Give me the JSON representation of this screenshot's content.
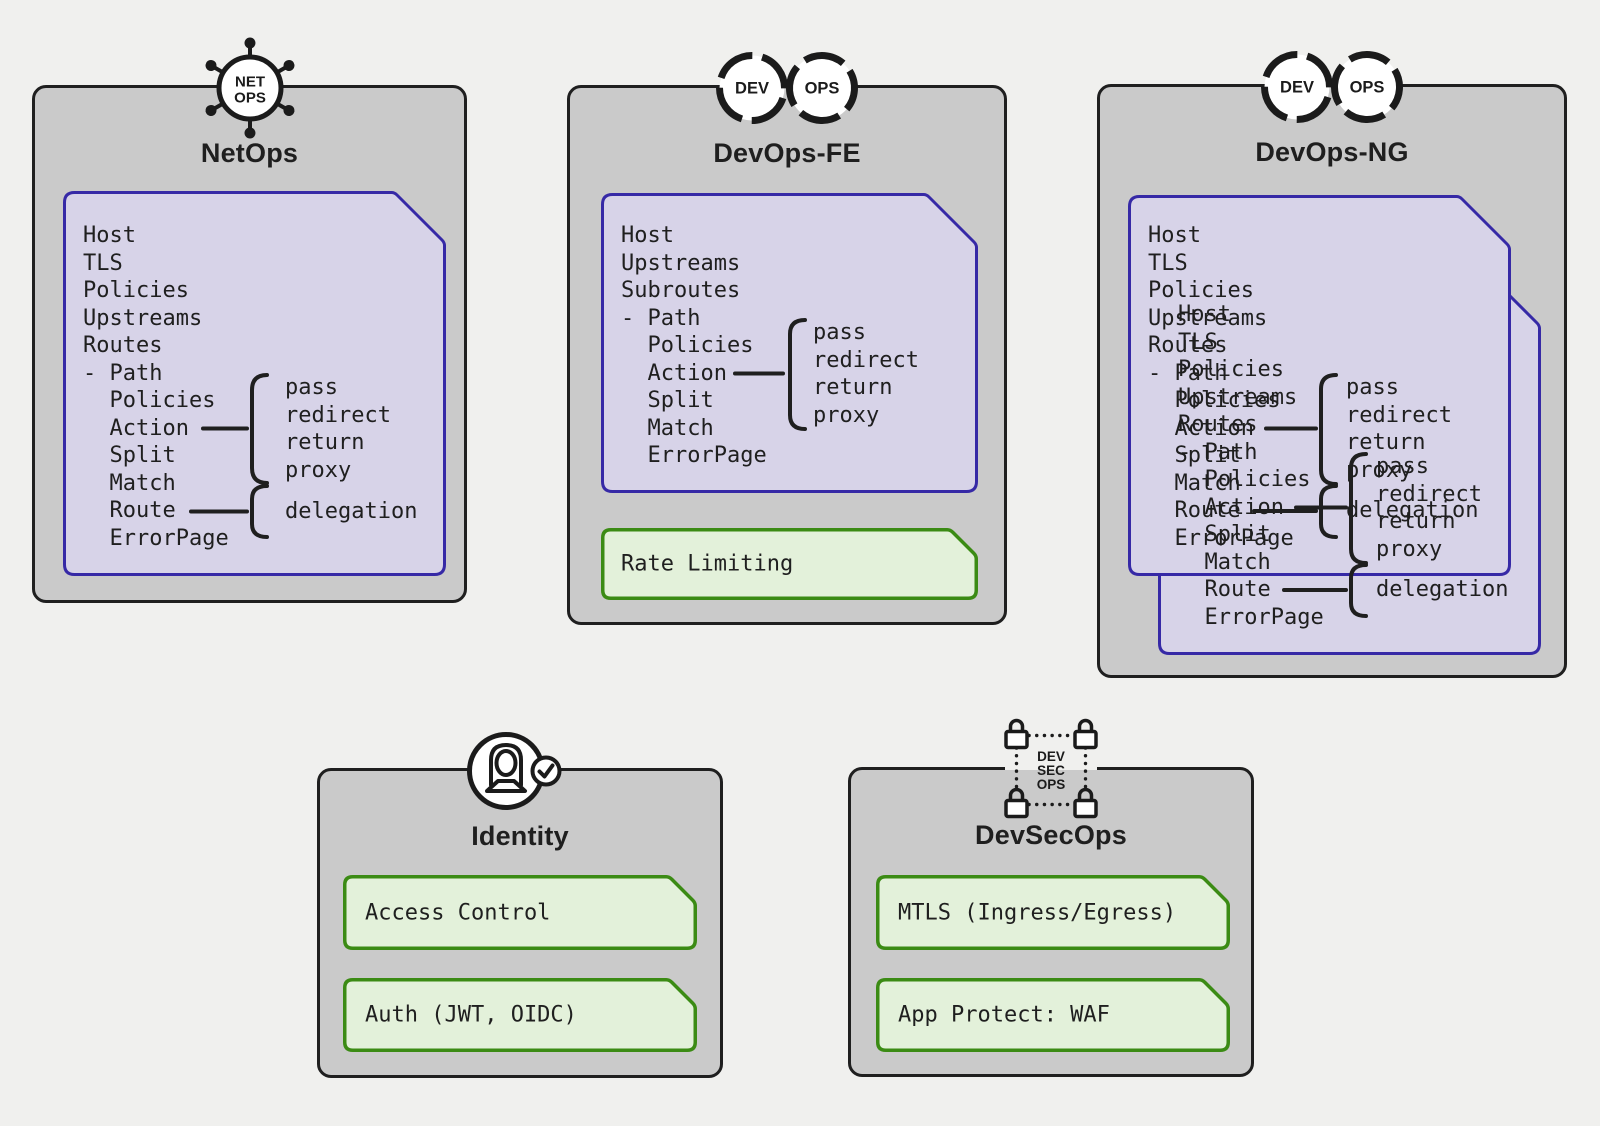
{
  "colors": {
    "page_bg": "#f0f0ee",
    "card_bg": "#cacaca",
    "card_border": "#1f1f1f",
    "sheet_bg": "#d7d3e8",
    "sheet_border": "#3629a6",
    "chip_bg": "#e3f1da",
    "chip_border": "#3b8b14",
    "ink": "#1f1f1f"
  },
  "cards": {
    "netops": {
      "title": "NetOps",
      "icon_lines": [
        "NET",
        "OPS"
      ],
      "sheet_lines": [
        "Host",
        "TLS",
        "Policies",
        "Upstreams",
        "Routes",
        "- Path",
        "  Policies",
        "  Action",
        "  Split",
        "  Match",
        "  Route",
        "  ErrorPage"
      ],
      "action_options": [
        "pass",
        "redirect",
        "return",
        "proxy"
      ],
      "route_option": "delegation"
    },
    "devops_fe": {
      "title": "DevOps-FE",
      "icon_lines": [
        "DEV",
        "OPS"
      ],
      "sheet_lines": [
        "Host",
        "Upstreams",
        "Subroutes",
        "- Path",
        "  Policies",
        "  Action",
        "  Split",
        "  Match",
        "  ErrorPage"
      ],
      "action_options": [
        "pass",
        "redirect",
        "return",
        "proxy"
      ],
      "chips": [
        "Rate Limiting"
      ]
    },
    "devops_ng": {
      "title": "DevOps-NG",
      "icon_lines": [
        "DEV",
        "OPS"
      ],
      "sheet_lines": [
        "Host",
        "TLS",
        "Policies",
        "Upstreams",
        "Routes",
        "- Path",
        "  Policies",
        "  Action",
        "  Split",
        "  Match",
        "  Route",
        "  ErrorPage"
      ],
      "action_options": [
        "pass",
        "redirect",
        "return",
        "proxy"
      ],
      "route_option": "delegation"
    },
    "identity": {
      "title": "Identity",
      "chips": [
        "Access Control",
        "Auth (JWT, OIDC)"
      ]
    },
    "devsecops": {
      "title": "DevSecOps",
      "icon_lines": [
        "DEV",
        "SEC",
        "OPS"
      ],
      "chips": [
        "MTLS (Ingress/Egress)",
        "App Protect: WAF"
      ]
    }
  }
}
